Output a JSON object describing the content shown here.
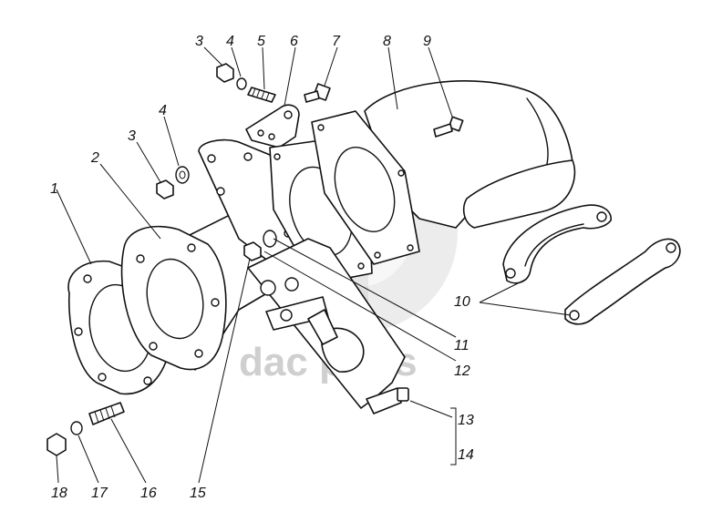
{
  "callouts": [
    {
      "id": "c1",
      "label": "1"
    },
    {
      "id": "c2",
      "label": "2"
    },
    {
      "id": "c3a",
      "label": "3"
    },
    {
      "id": "c3b",
      "label": "3"
    },
    {
      "id": "c4a",
      "label": "4"
    },
    {
      "id": "c4b",
      "label": "4"
    },
    {
      "id": "c5",
      "label": "5"
    },
    {
      "id": "c6",
      "label": "6"
    },
    {
      "id": "c7",
      "label": "7"
    },
    {
      "id": "c8",
      "label": "8"
    },
    {
      "id": "c9",
      "label": "9"
    },
    {
      "id": "c10",
      "label": "10"
    },
    {
      "id": "c11",
      "label": "11"
    },
    {
      "id": "c12",
      "label": "12"
    },
    {
      "id": "c13",
      "label": "13"
    },
    {
      "id": "c14",
      "label": "14"
    },
    {
      "id": "c15",
      "label": "15"
    },
    {
      "id": "c16",
      "label": "16"
    },
    {
      "id": "c17",
      "label": "17"
    },
    {
      "id": "c18",
      "label": "18"
    }
  ],
  "watermark": {
    "text": "dac  parts",
    "color": "#c9c9c9"
  },
  "colors": {
    "ink": "#111111",
    "paper": "#ffffff"
  }
}
